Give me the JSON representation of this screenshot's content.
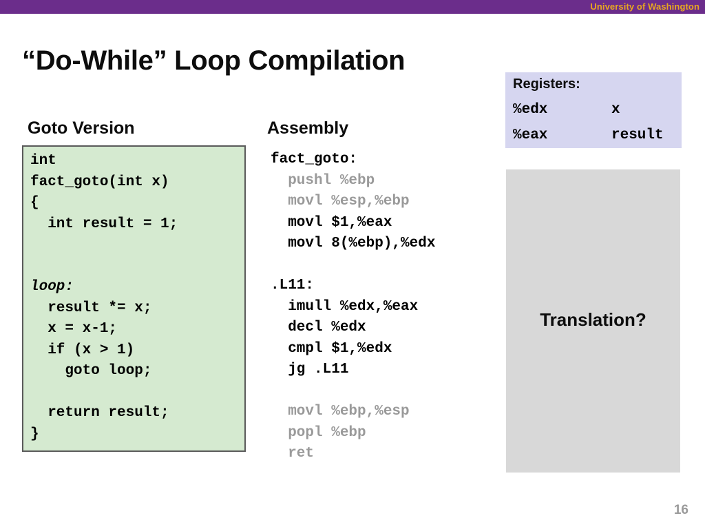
{
  "header": {
    "brand": "University of Washington",
    "bar_color": "#6B2D8B",
    "brand_color": "#E8A820"
  },
  "slide": {
    "title": "“Do-While” Loop Compilation",
    "number": "16"
  },
  "columns": {
    "goto_heading": "Goto Version",
    "assembly_heading": "Assembly"
  },
  "goto_code": {
    "background_color": "#D5EAD0",
    "border_color": "#5a5a5a",
    "lines": [
      {
        "text": "int",
        "italic": false
      },
      {
        "text": "fact_goto(int x)",
        "italic": false
      },
      {
        "text": "{",
        "italic": false
      },
      {
        "text": "  int result = 1;",
        "italic": false
      },
      {
        "text": "",
        "italic": false
      },
      {
        "text": "",
        "italic": false
      },
      {
        "text": "loop:",
        "italic": true
      },
      {
        "text": "  result *= x;",
        "italic": false
      },
      {
        "text": "  x = x-1;",
        "italic": false
      },
      {
        "text": "  if (x > 1)",
        "italic": false
      },
      {
        "text": "    goto loop;",
        "italic": false
      },
      {
        "text": "",
        "italic": false
      },
      {
        "text": "  return result;",
        "italic": false
      },
      {
        "text": "}",
        "italic": false
      }
    ]
  },
  "assembly": {
    "dim_color": "#9a9a9a",
    "lines": [
      {
        "text": "fact_goto:",
        "dim": false
      },
      {
        "text": "  pushl %ebp",
        "dim": true
      },
      {
        "text": "  movl %esp,%ebp",
        "dim": true
      },
      {
        "text": "  movl $1,%eax",
        "dim": false
      },
      {
        "text": "  movl 8(%ebp),%edx",
        "dim": false
      },
      {
        "text": "",
        "dim": false
      },
      {
        "text": ".L11:",
        "dim": false
      },
      {
        "text": "  imull %edx,%eax",
        "dim": false
      },
      {
        "text": "  decl %edx",
        "dim": false
      },
      {
        "text": "  cmpl $1,%edx",
        "dim": false
      },
      {
        "text": "  jg .L11",
        "dim": false
      },
      {
        "text": "",
        "dim": false
      },
      {
        "text": "  movl %ebp,%esp",
        "dim": true
      },
      {
        "text": "  popl %ebp",
        "dim": true
      },
      {
        "text": "  ret",
        "dim": true
      }
    ]
  },
  "registers": {
    "title": "Registers:",
    "background_color": "#D6D6F0",
    "rows": [
      {
        "name": "%edx",
        "value": "x"
      },
      {
        "name": "%eax",
        "value": "result"
      }
    ]
  },
  "translation": {
    "label": "Translation?",
    "background_color": "#D8D8D8"
  }
}
